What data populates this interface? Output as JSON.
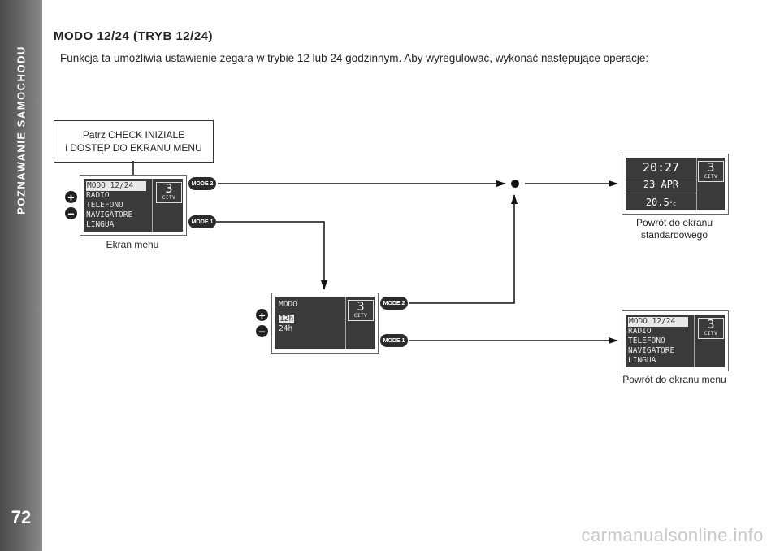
{
  "sidebar": {
    "section_title": "POZNAWANIE SAMOCHODU",
    "page_number": "72"
  },
  "heading": {
    "title": "MODO 12/24",
    "subtitle": "(TRYB 12/24)"
  },
  "intro": "Funkcja ta umożliwia ustawienie zegara w trybie 12 lub 24 godzinnym. Aby wyregulować, wykonać następujące operacje:",
  "ref_box": {
    "line1": "Patrz CHECK INIZIALE",
    "line2": "i DOSTĘP DO EKRANU MENU"
  },
  "menu_screen": {
    "items": [
      "MODO 12/24",
      "RADIO",
      "TELEFONO",
      "NAVIGATORE",
      "LINGUA"
    ],
    "badge_number": "3",
    "badge_text": "CITV",
    "caption": "Ekran menu"
  },
  "mode_screen": {
    "title": "MODO",
    "option_selected": "12h",
    "option_other": "24h",
    "badge_number": "3",
    "badge_text": "CITV"
  },
  "standard_screen": {
    "time": "20:27",
    "date": "23 APR",
    "temp": "20.5",
    "temp_unit": "°c",
    "badge_number": "3",
    "badge_text": "CITV",
    "caption_line1": "Powrót do ekranu",
    "caption_line2": "standardowego"
  },
  "return_menu_screen": {
    "items": [
      "MODO 12/24",
      "RADIO",
      "TELEFONO",
      "NAVIGATORE",
      "LINGUA"
    ],
    "badge_number": "3",
    "badge_text": "CITV",
    "caption": "Powrót do ekranu menu"
  },
  "buttons": {
    "mode2": "MODE 2",
    "mode1": "MODE 1",
    "plus": "+",
    "minus": "−"
  },
  "watermark": "carmanualsonline.info"
}
